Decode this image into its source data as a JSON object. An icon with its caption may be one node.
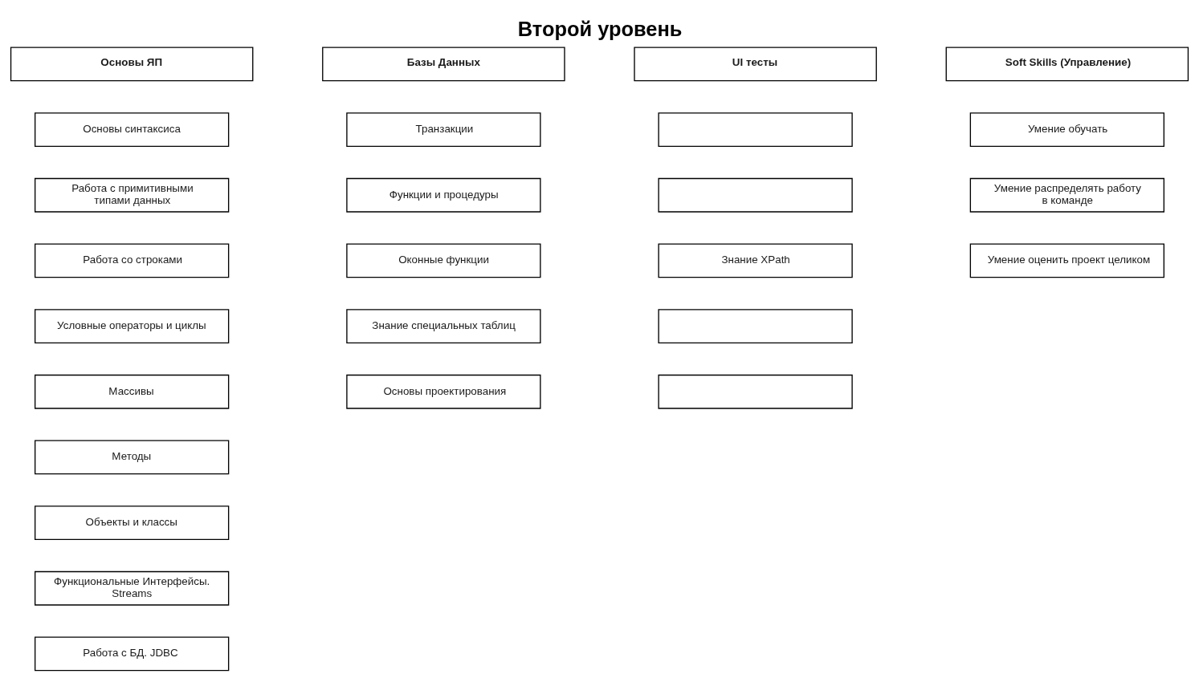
{
  "diagram": {
    "title": "Второй уровень",
    "nodes": [
      {
        "text": [
          "Основы ЯП"
        ]
      },
      {
        "text": [
          "Основы синтаксиса"
        ]
      },
      {
        "text": [
          "Работа с примитивными типами данных"
        ]
      },
      {
        "text": [
          "Работа со строками"
        ]
      },
      {
        "text": [
          "Условные операторы и циклы"
        ]
      },
      {
        "text": [
          "Массивы"
        ]
      },
      {
        "text": [
          "Методы"
        ]
      },
      {
        "text": [
          "Объекты и классы"
        ]
      },
      {
        "text": [
          "Функциональные Интерфейсы. Streams"
        ]
      },
      {
        "text": [
          "Работа с БД. JDBC"
        ]
      },
      {
        "text": [
          "Базы Данных"
        ]
      },
      {
        "text": [
          "Транзакции"
        ]
      },
      {
        "text": [
          "Функции и процедуры"
        ]
      },
      {
        "text": [
          "Оконные функции"
        ]
      },
      {
        "text": [
          "Знание специальных таблиц"
        ]
      },
      {
        "text": [
          "Основы проектирования"
        ]
      },
      {
        "text": [
          "UI тесты"
        ]
      },
      {
        "text": [],
        "shape": "box"
      },
      {
        "text": [],
        "shape": "box"
      },
      {
        "text": [
          "Знание XPath"
        ]
      },
      {
        "text": [],
        "shape": "box"
      },
      {
        "text": [],
        "shape": "box"
      },
      {
        "text": [
          "Soft Skills (Управление)"
        ]
      },
      {
        "text": [
          "Умение обучать"
        ]
      },
      {
        "text": [
          "Умение распределять работу в команде"
        ]
      },
      {
        "text": [
          "Умение оценить проект целиком"
        ]
      }
    ]
  }
}
